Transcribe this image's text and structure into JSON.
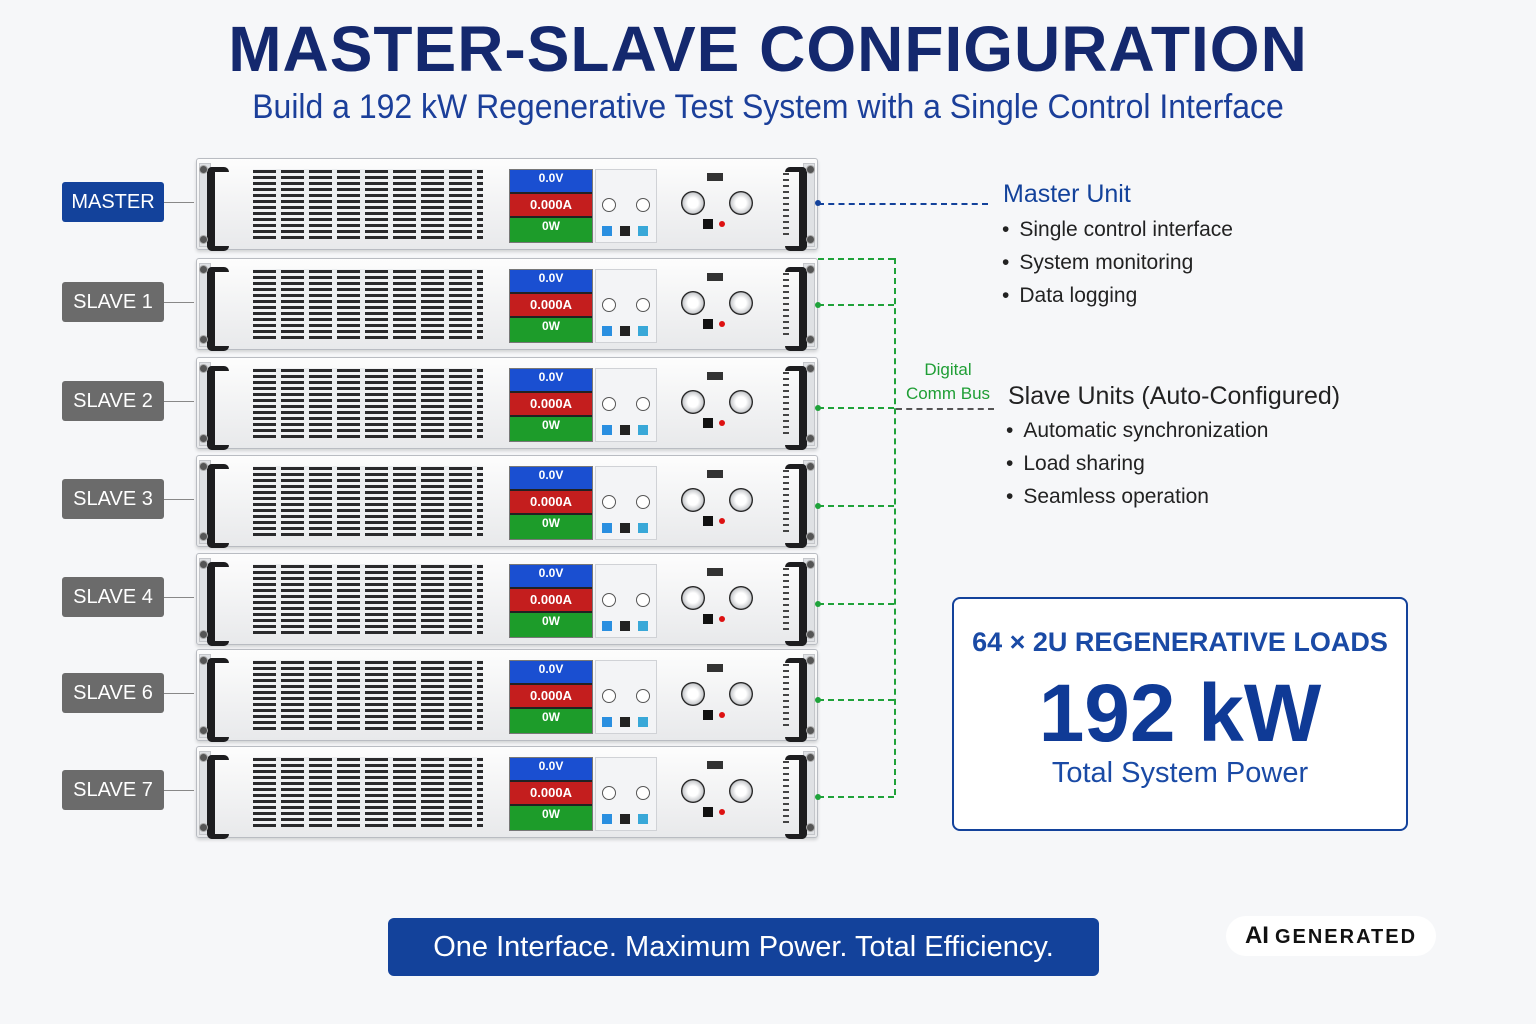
{
  "header": {
    "title": "MASTER-SLAVE CONFIGURATION",
    "subtitle": "Build a 192 kW Regenerative Test System with a Single Control Interface"
  },
  "units": [
    {
      "label": "MASTER",
      "role": "master",
      "voltage": "0.0V",
      "current": "0.000A",
      "power": "0W"
    },
    {
      "label": "SLAVE 1",
      "role": "slave",
      "voltage": "0.0V",
      "current": "0.000A",
      "power": "0W"
    },
    {
      "label": "SLAVE 2",
      "role": "slave",
      "voltage": "0.0V",
      "current": "0.000A",
      "power": "0W"
    },
    {
      "label": "SLAVE 3",
      "role": "slave",
      "voltage": "0.0V",
      "current": "0.000A",
      "power": "0W"
    },
    {
      "label": "SLAVE 4",
      "role": "slave",
      "voltage": "0.0V",
      "current": "0.000A",
      "power": "0W"
    },
    {
      "label": "SLAVE 6",
      "role": "slave",
      "voltage": "0.0V",
      "current": "0.000A",
      "power": "0W"
    },
    {
      "label": "SLAVE 7",
      "role": "slave",
      "voltage": "0.0V",
      "current": "0.000A",
      "power": "0W"
    }
  ],
  "bus": {
    "label_line1": "Digital",
    "label_line2": "Comm Bus"
  },
  "master_section": {
    "title": "Master Unit",
    "bullets": [
      "Single control interface",
      "System monitoring",
      "Data logging"
    ]
  },
  "slave_section": {
    "title": "Slave Units (Auto-Configured)",
    "bullets": [
      "Automatic synchronization",
      "Load sharing",
      "Seamless operation"
    ]
  },
  "power_box": {
    "heading": "64 × 2U REGENERATIVE LOADS",
    "value": "192 kW",
    "caption": "Total System Power"
  },
  "tagline": "One Interface. Maximum Power. Total Efficiency.",
  "badge": {
    "ai": "AI",
    "text": "GENERATED"
  },
  "colors": {
    "primary": "#13429b",
    "title": "#14286e",
    "bus": "#1fa23a",
    "slave_label": "#6b6b6b",
    "display_v": "#1a4fd1",
    "display_a": "#c41e1e",
    "display_w": "#1d9c2a"
  }
}
